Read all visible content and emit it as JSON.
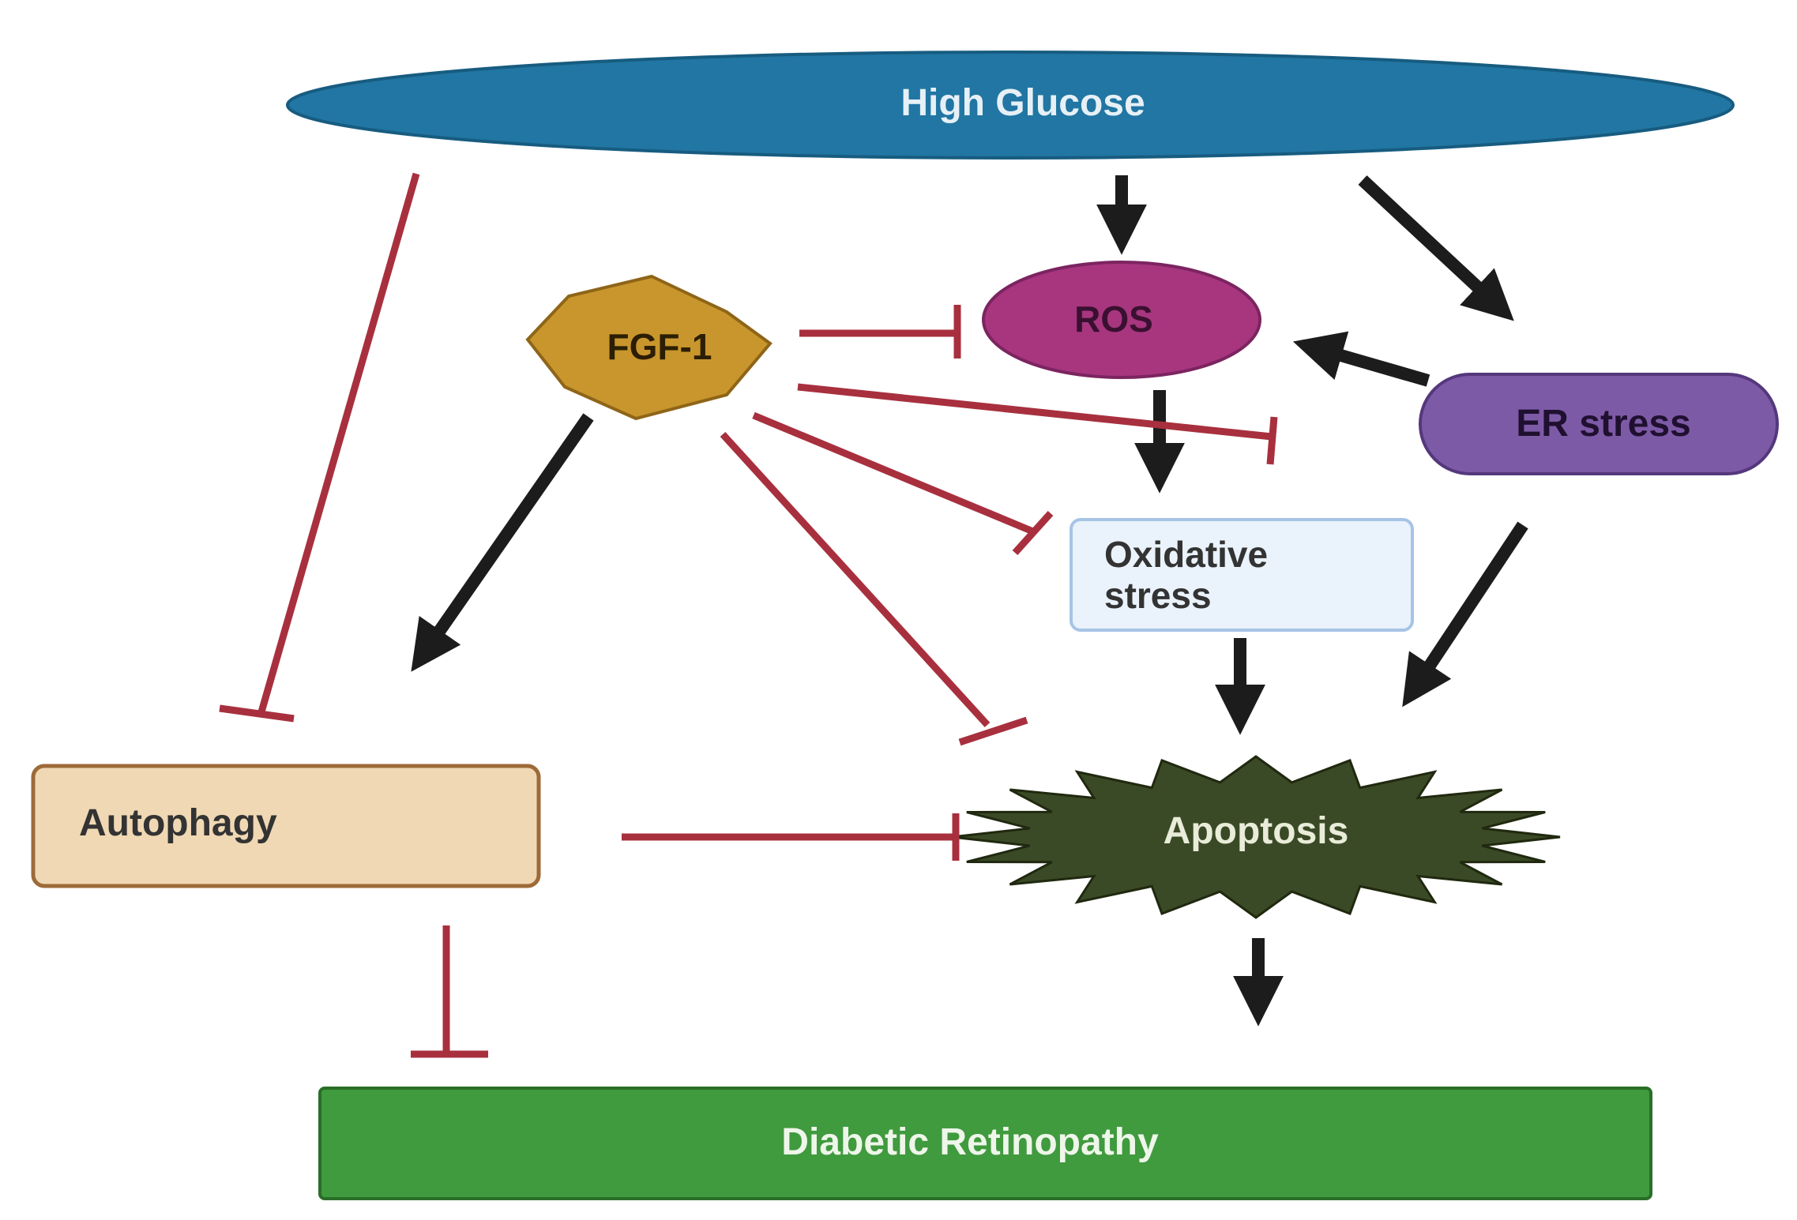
{
  "nodes": {
    "high_glucose": "High Glucose",
    "ros": "ROS",
    "fgf1": "FGF-1",
    "er_stress": "ER stress",
    "oxidative_stress_line1": "Oxidative",
    "oxidative_stress_line2": "stress",
    "autophagy": "Autophagy",
    "apoptosis": "Apoptosis",
    "diabetic_retinopathy": "Diabetic Retinopathy"
  },
  "colors": {
    "high_glucose": "#2176a3",
    "ros": "#a7367f",
    "fgf1": "#c8962c",
    "er_stress": "#7d5aa6",
    "oxidative_stress": "#eaf2fb",
    "autophagy": "#f0d8b4",
    "apoptosis": "#3b4a26",
    "diabetic_retinopathy": "#409a3e",
    "activation_arrow": "#1c1c1c",
    "inhibition_line": "#a8303e"
  },
  "edges": {
    "activation": [
      {
        "from": "high_glucose",
        "to": "ros"
      },
      {
        "from": "high_glucose",
        "to": "er_stress"
      },
      {
        "from": "er_stress",
        "to": "ros"
      },
      {
        "from": "ros",
        "to": "oxidative_stress"
      },
      {
        "from": "oxidative_stress",
        "to": "apoptosis"
      },
      {
        "from": "er_stress",
        "to": "apoptosis"
      },
      {
        "from": "fgf1",
        "to": "autophagy"
      },
      {
        "from": "apoptosis",
        "to": "diabetic_retinopathy"
      }
    ],
    "inhibition": [
      {
        "from": "high_glucose",
        "to": "autophagy"
      },
      {
        "from": "fgf1",
        "to": "ros"
      },
      {
        "from": "fgf1",
        "to": "ros_to_oxidative_stress"
      },
      {
        "from": "fgf1",
        "to": "oxidative_stress"
      },
      {
        "from": "fgf1",
        "to": "apoptosis"
      },
      {
        "from": "autophagy",
        "to": "apoptosis"
      },
      {
        "from": "autophagy",
        "to": "diabetic_retinopathy"
      }
    ]
  }
}
